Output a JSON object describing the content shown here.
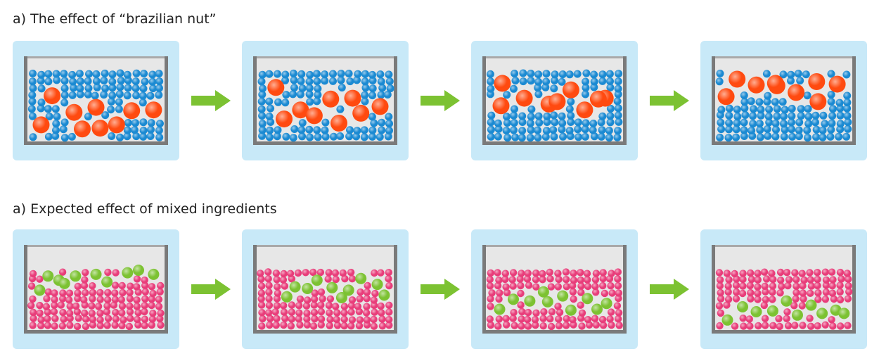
{
  "sections": [
    {
      "title": "a) The effect of “brazilian nut”",
      "small_color": "#1b8ad2",
      "large_color": "#ff4a10",
      "stages": [
        {
          "large": [
            [
              0.18,
              0.45
            ],
            [
              0.34,
              0.65
            ],
            [
              0.5,
              0.59
            ],
            [
              0.76,
              0.63
            ],
            [
              0.92,
              0.62
            ],
            [
              0.1,
              0.8
            ],
            [
              0.4,
              0.85
            ],
            [
              0.53,
              0.84
            ],
            [
              0.65,
              0.8
            ]
          ],
          "large_r": 12,
          "small_count": 118
        },
        {
          "large": [
            [
              0.14,
              0.35
            ],
            [
              0.32,
              0.62
            ],
            [
              0.54,
              0.49
            ],
            [
              0.7,
              0.48
            ],
            [
              0.9,
              0.58
            ],
            [
              0.2,
              0.73
            ],
            [
              0.42,
              0.69
            ],
            [
              0.6,
              0.78
            ],
            [
              0.76,
              0.66
            ]
          ],
          "large_r": 12,
          "small_count": 118
        },
        {
          "large": [
            [
              0.12,
              0.3
            ],
            [
              0.28,
              0.48
            ],
            [
              0.46,
              0.55
            ],
            [
              0.62,
              0.38
            ],
            [
              0.72,
              0.62
            ],
            [
              0.87,
              0.48
            ],
            [
              0.11,
              0.57
            ],
            [
              0.52,
              0.52
            ],
            [
              0.82,
              0.49
            ]
          ],
          "large_r": 12,
          "small_count": 118
        },
        {
          "large": [
            [
              0.16,
              0.25
            ],
            [
              0.3,
              0.32
            ],
            [
              0.45,
              0.33
            ],
            [
              0.59,
              0.41
            ],
            [
              0.74,
              0.28
            ],
            [
              0.89,
              0.31
            ],
            [
              0.08,
              0.46
            ],
            [
              0.75,
              0.52
            ],
            [
              0.44,
              0.3
            ]
          ],
          "large_r": 12,
          "small_count": 118
        }
      ]
    },
    {
      "title": "a) Expected effect of mixed ingredients",
      "small_color": "#e83d7a",
      "large_color": "#7cc232",
      "stages": [
        {
          "large": [
            [
              0.15,
              0.35
            ],
            [
              0.23,
              0.4
            ],
            [
              0.35,
              0.35
            ],
            [
              0.5,
              0.33
            ],
            [
              0.58,
              0.42
            ],
            [
              0.73,
              0.31
            ],
            [
              0.81,
              0.28
            ],
            [
              0.92,
              0.33
            ],
            [
              0.09,
              0.52
            ],
            [
              0.27,
              0.44
            ]
          ],
          "large_r": 8,
          "small_count": 150
        },
        {
          "large": [
            [
              0.28,
              0.48
            ],
            [
              0.37,
              0.5
            ],
            [
              0.44,
              0.4
            ],
            [
              0.55,
              0.49
            ],
            [
              0.67,
              0.52
            ],
            [
              0.76,
              0.38
            ],
            [
              0.88,
              0.45
            ],
            [
              0.22,
              0.6
            ],
            [
              0.62,
              0.61
            ],
            [
              0.93,
              0.58
            ]
          ],
          "large_r": 8,
          "small_count": 150
        },
        {
          "large": [
            [
              0.1,
              0.75
            ],
            [
              0.2,
              0.63
            ],
            [
              0.32,
              0.65
            ],
            [
              0.45,
              0.66
            ],
            [
              0.56,
              0.59
            ],
            [
              0.62,
              0.76
            ],
            [
              0.74,
              0.62
            ],
            [
              0.81,
              0.75
            ],
            [
              0.88,
              0.68
            ],
            [
              0.42,
              0.54
            ]
          ],
          "large_r": 8,
          "small_count": 150
        },
        {
          "large": [
            [
              0.09,
              0.88
            ],
            [
              0.2,
              0.72
            ],
            [
              0.3,
              0.78
            ],
            [
              0.42,
              0.77
            ],
            [
              0.52,
              0.65
            ],
            [
              0.6,
              0.82
            ],
            [
              0.7,
              0.7
            ],
            [
              0.78,
              0.8
            ],
            [
              0.88,
              0.76
            ],
            [
              0.94,
              0.8
            ]
          ],
          "large_r": 8,
          "small_count": 150
        }
      ]
    }
  ],
  "arrow_color": "#7cc232"
}
